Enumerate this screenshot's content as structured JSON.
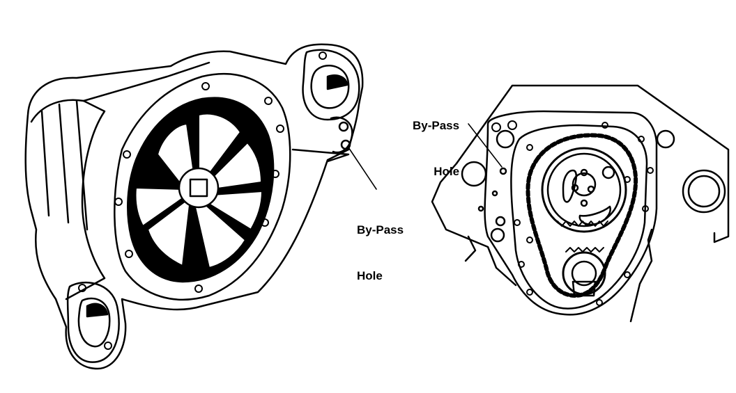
{
  "figure": {
    "left_callout": {
      "line1": "By-Pass",
      "line2": "Hole"
    },
    "right_callout": {
      "line1": "By-Pass",
      "line2": "Hole"
    }
  },
  "colors": {
    "ink": "#000000",
    "paper": "#ffffff"
  },
  "parts": {
    "left": "water-pump-icon",
    "right": "timing-chain-front-cover-icon"
  }
}
